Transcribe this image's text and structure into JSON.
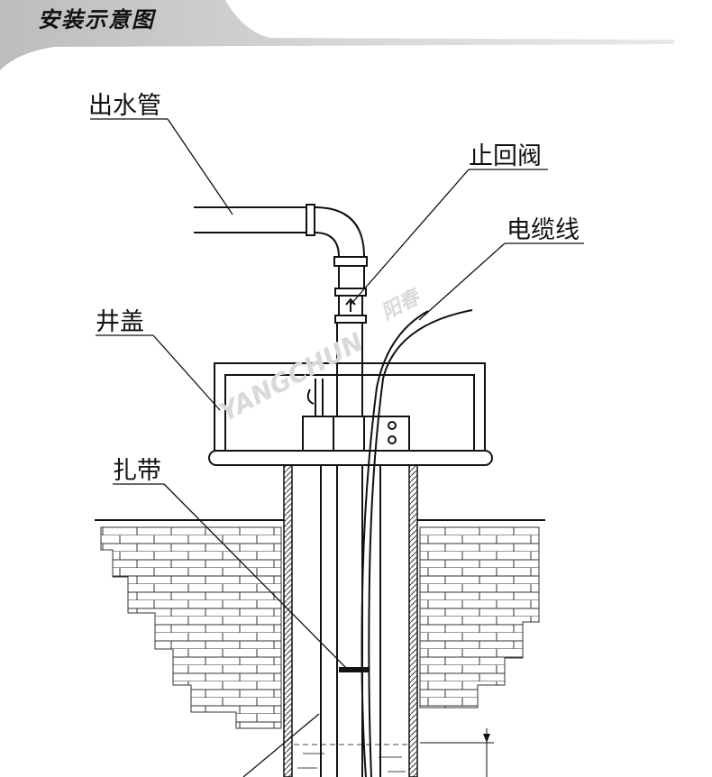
{
  "header": {
    "title": "安装示意图"
  },
  "labels": {
    "outlet_pipe": "出水管",
    "check_valve": "止回阀",
    "cable": "电缆线",
    "well_cover": "井盖",
    "cable_tie": "扎带"
  },
  "watermark": {
    "brand_en": "YANGCHUN",
    "brand_cn": "阳春"
  }
}
